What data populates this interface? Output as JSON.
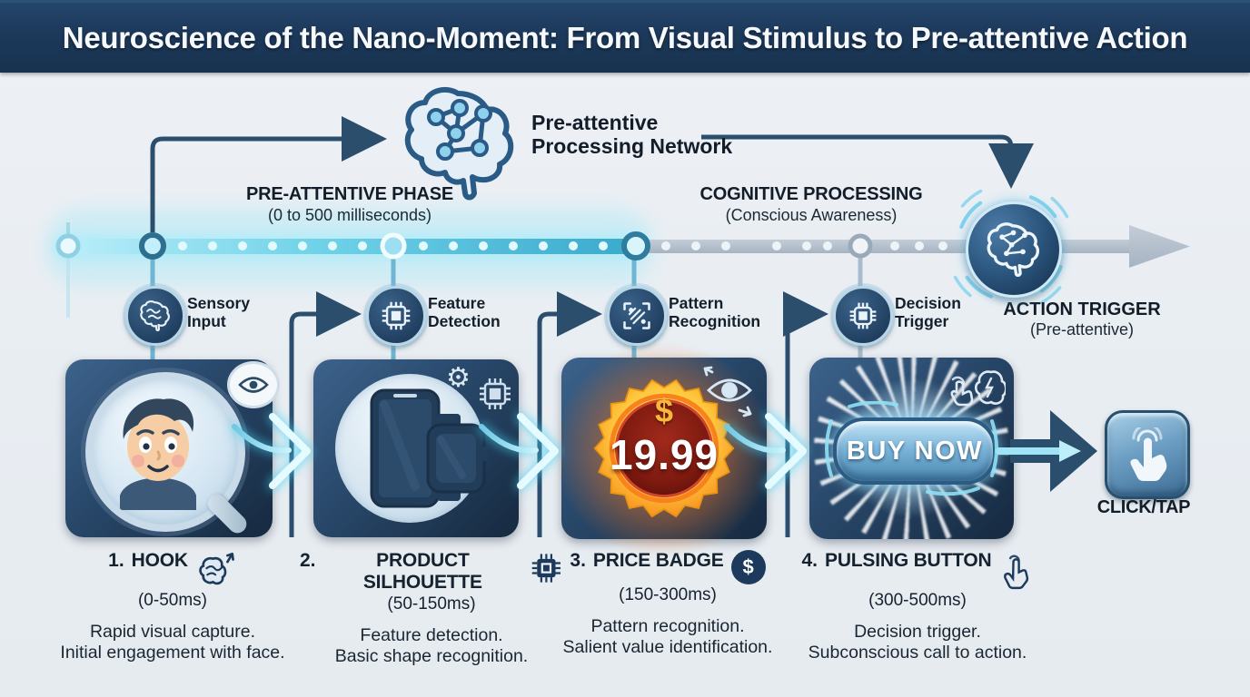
{
  "header": {
    "title": "Neuroscience of the Nano-Moment: From Visual Stimulus to Pre-attentive Action"
  },
  "network_node": {
    "line1": "Pre-attentive",
    "line2": "Processing Network"
  },
  "phases": {
    "pre_attentive": {
      "title": "PRE-ATTENTIVE PHASE",
      "subtitle": "(0 to 500 milliseconds)"
    },
    "cognitive": {
      "title": "COGNITIVE PROCESSING",
      "subtitle": "(Conscious Awareness)"
    }
  },
  "action_trigger": {
    "title": "ACTION TRIGGER",
    "subtitle": "(Pre-attentive)"
  },
  "stages": [
    {
      "line1": "Sensory",
      "line2": "Input",
      "icon": "brain-icon"
    },
    {
      "line1": "Feature",
      "line2": "Detection",
      "icon": "chip-icon"
    },
    {
      "line1": "Pattern",
      "line2": "Recognition",
      "icon": "scan-icon"
    },
    {
      "line1": "Decision",
      "line2": "Trigger",
      "icon": "chip-icon"
    }
  ],
  "price_badge": {
    "currency_symbol": "$",
    "price": "19.99"
  },
  "buy_button": {
    "label": "BUY NOW"
  },
  "click_tap": {
    "label": "CLICK/TAP"
  },
  "captions": [
    {
      "number": "1.",
      "title": "HOOK",
      "timing": "(0-50ms)",
      "line1": "Rapid visual capture.",
      "line2": "Initial engagement with face.",
      "icon": "brain-arrow-icon"
    },
    {
      "number": "2.",
      "title": "PRODUCT SILHOUETTE",
      "timing": "(50-150ms)",
      "line1": "Feature detection.",
      "line2": "Basic shape recognition.",
      "icon": "chip-icon"
    },
    {
      "number": "3.",
      "title": "PRICE BADGE",
      "timing": "(150-300ms)",
      "line1": "Pattern recognition.",
      "line2": "Salient value identification.",
      "icon": "dollar-coin-icon"
    },
    {
      "number": "4.",
      "title": "PULSING BUTTON",
      "timing": "(300-500ms)",
      "line1": "Decision trigger.",
      "line2": "Subconscious call to action.",
      "icon": "hand-pointer-icon"
    }
  ],
  "colors": {
    "header_navy": "#1d3a5c",
    "background": "#e9edf2",
    "accent_cyan": "#35b6dc",
    "timeline_gray": "#b3bfcc",
    "card_navy": "#22405f",
    "badge_gold": "#ffc83d",
    "badge_red": "#8a1f15",
    "text_dark": "#16222f"
  }
}
